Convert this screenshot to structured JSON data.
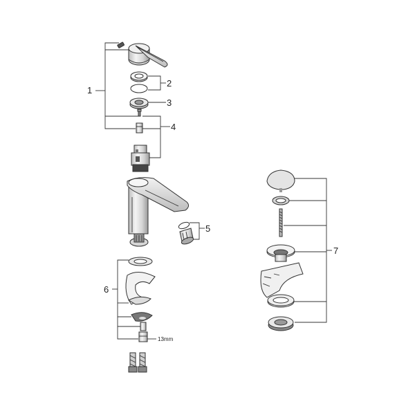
{
  "callouts": {
    "c1": "1",
    "c2": "2",
    "c3": "3",
    "c4": "4",
    "c5": "5",
    "c6": "6",
    "c7": "7"
  },
  "notes": {
    "wrench_size": "13mm"
  },
  "colors": {
    "line": "#333333",
    "chrome_light": "#eeeeee",
    "chrome_mid": "#cccccc",
    "chrome_dark": "#888888",
    "background": "#ffffff"
  }
}
